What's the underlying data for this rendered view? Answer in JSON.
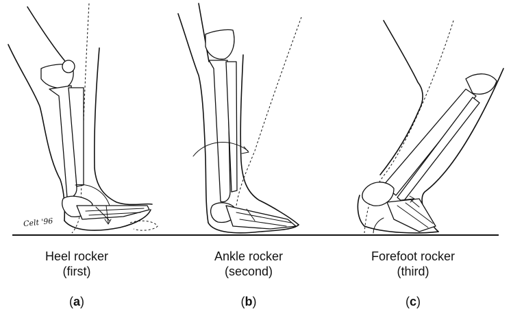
{
  "panels": [
    {
      "line1": "Heel rocker",
      "line2": "(first)",
      "open": "(",
      "letter": "a",
      "close": ")"
    },
    {
      "line1": "Ankle rocker",
      "line2": "(second)",
      "open": "(",
      "letter": "b",
      "close": ")"
    },
    {
      "line1": "Forefoot rocker",
      "line2": "(third)",
      "open": "(",
      "letter": "c",
      "close": ")"
    }
  ],
  "signature": "Celt '96"
}
